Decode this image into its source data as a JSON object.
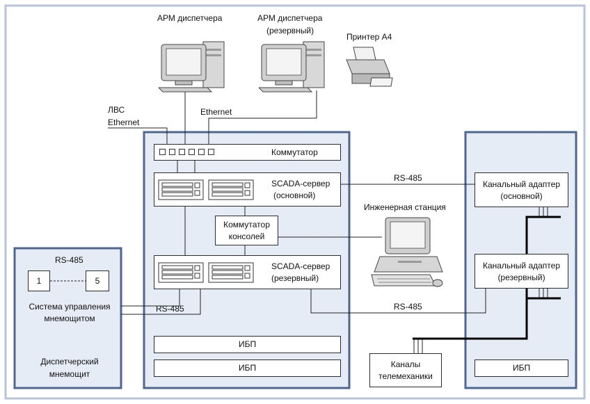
{
  "colors": {
    "frame": "#b8c5d8",
    "panel_fill": "#e6ecf5",
    "panel_border": "#4e6690",
    "wire": "#222222",
    "bus": "#000000"
  },
  "workstations": {
    "main_label": "АРМ диспетчера",
    "reserve_label_line1": "АРМ диспетчера",
    "reserve_label_line2": "(резервный)",
    "printer_label": "Принтер А4"
  },
  "network": {
    "lan_label": "ЛВС",
    "lan_ethernet_label": "Ethernet",
    "ethernet_label": "Ethernet"
  },
  "server_cabinet": {
    "switch_label": "Коммутатор",
    "scada_main_line1": "SCADA-сервер",
    "scada_main_line2": "(основной)",
    "console_switch_line1": "Коммутатор",
    "console_switch_line2": "консолей",
    "scada_reserve_line1": "SCADA-сервер",
    "scada_reserve_line2": "(резервный)",
    "ups1": "ИБП",
    "ups2": "ИБП"
  },
  "engineering_station_label": "Инженерная станция",
  "mnemonic_board": {
    "rs485_label": "RS-485",
    "module_first": "1",
    "module_last": "5",
    "control_line1": "Система управления",
    "control_line2": "мнемощитом",
    "title_line1": "Диспетчерский",
    "title_line2": "мнемощит"
  },
  "links": {
    "rs485_top": "RS-485",
    "rs485_bottom": "RS-485",
    "rs485_board": "RS-485"
  },
  "adapter_cabinet": {
    "adapter_main_line1": "Канальный адаптер",
    "adapter_main_line2": "(основной)",
    "adapter_reserve_line1": "Канальный адаптер",
    "adapter_reserve_line2": "(резервный)",
    "ups": "ИБП"
  },
  "telemechanics": {
    "line1": "Каналы",
    "line2": "телемеханики"
  }
}
